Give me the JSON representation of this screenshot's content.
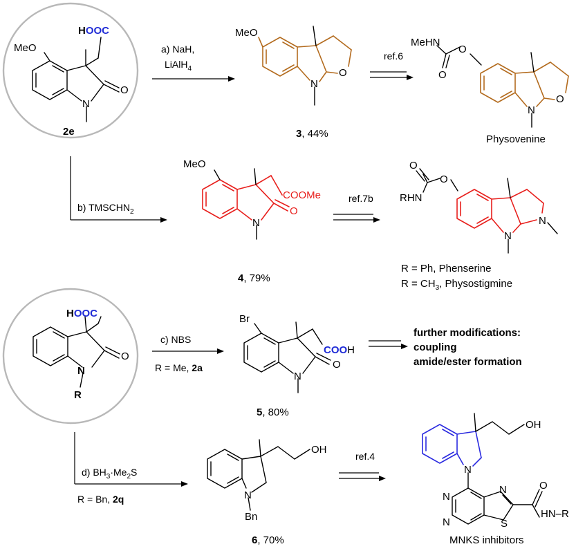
{
  "colors": {
    "brown_core": "#b36b1e",
    "red_core": "#e8201d",
    "blue_core": "#2a2ae0",
    "blue_text": "#1f2bd6",
    "circle": "#b8b8b8"
  },
  "atoms": {
    "meo": "MeO",
    "hooc_h": "H",
    "hooc_ooc": "OOC",
    "o": "O",
    "n": "N",
    "cooh_cooh": "COO",
    "cooh_h": "H",
    "cooome": "COOMe",
    "meh_n": "MeHN",
    "rhn": "RHN",
    "oh": "OH",
    "br": "Br",
    "r_sub": "R",
    "bn": "Bn",
    "s": "S",
    "nhr": "N–R",
    "h": "H"
  },
  "steps": {
    "a_line1": "a) NaH,",
    "a_line2": "LiAlH",
    "a_line2_sub": "4",
    "b_line": "b) TMSCHN",
    "b_sub": "2",
    "c_line": "c) NBS",
    "c_cond_prefix": "R = Me, ",
    "c_cond_bold": "2a",
    "d_line_a": "d) BH",
    "d_sub1": "3",
    "d_line_b": "·Me",
    "d_sub2": "2",
    "d_line_c": "S",
    "d_cond_prefix": "R = Bn, ",
    "d_cond_bold": "2q",
    "ref6": "ref.6",
    "ref7b": "ref.7b",
    "ref4": "ref.4"
  },
  "compounds": {
    "c2e": "2e",
    "c3_num": "3",
    "c3_yield": ", 44%",
    "c4_num": "4",
    "c4_yield": ", 79%",
    "c5_num": "5",
    "c5_yield": ", 80%",
    "c6_num": "6",
    "c6_yield": ", 70%",
    "physovenine": "Physovenine",
    "phenserine": "R = Ph, Phenserine",
    "physo_prefix": "R = CH",
    "physo_sub": "3",
    "physo_suffix": ", Physostigmine",
    "mnks": "MNKS inhibitors"
  },
  "notes": {
    "further1": "further modifications:",
    "further2": "coupling",
    "further3": "amide/ester formation"
  }
}
